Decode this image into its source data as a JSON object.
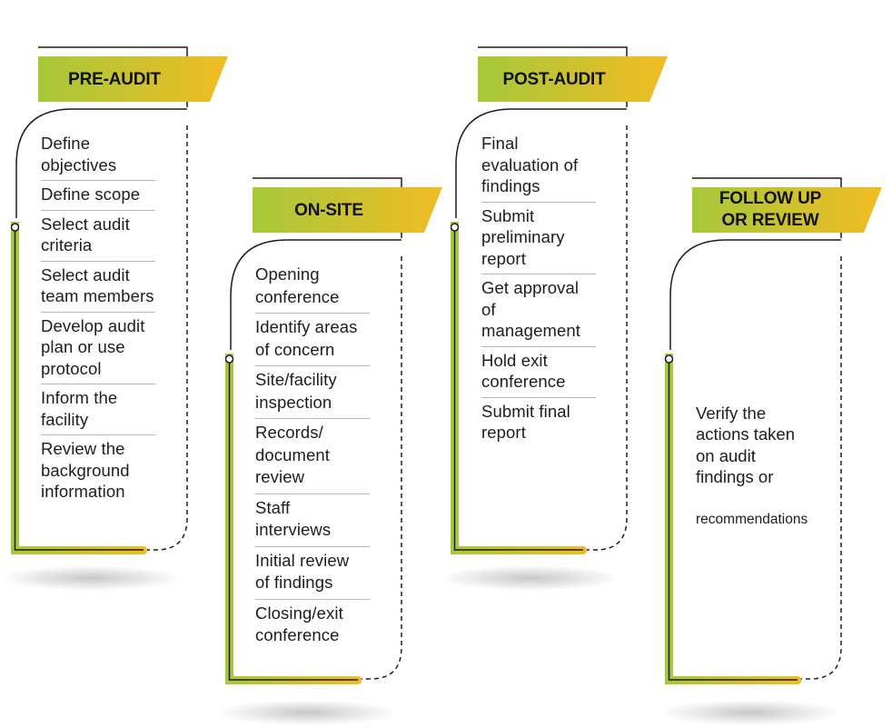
{
  "colors": {
    "green": "#a6c83a",
    "yellow": "#f2bc23",
    "line": "#1d1d1d",
    "divider": "#b7b7b7"
  },
  "stages": [
    {
      "title": "PRE-AUDIT",
      "items": [
        "Define\nobjectives",
        "Define scope",
        "Select audit\ncriteria",
        "Select audit\nteam members",
        "Develop audit\nplan or use\nprotocol",
        "Inform the\nfacility",
        "Review the\nbackground\ninformation"
      ]
    },
    {
      "title": "ON-SITE",
      "items": [
        "Opening\nconference",
        "Identify areas\nof concern",
        "Site/facility\ninspection",
        "Records/\ndocument\nreview",
        "Staff\ninterviews",
        "Initial review\nof findings",
        "Closing/exit\nconference"
      ]
    },
    {
      "title": "POST-AUDIT",
      "items": [
        "Final\nevaluation of\nfindings",
        "Submit\npreliminary\nreport",
        "Get approval\nof\nmanagement",
        "Hold exit\nconference",
        "Submit final\nreport"
      ]
    },
    {
      "title": "FOLLOW UP\nOR REVIEW",
      "text_main": "Verify the\nactions taken\non audit\nfindings or",
      "text_small": "recommendations"
    }
  ]
}
